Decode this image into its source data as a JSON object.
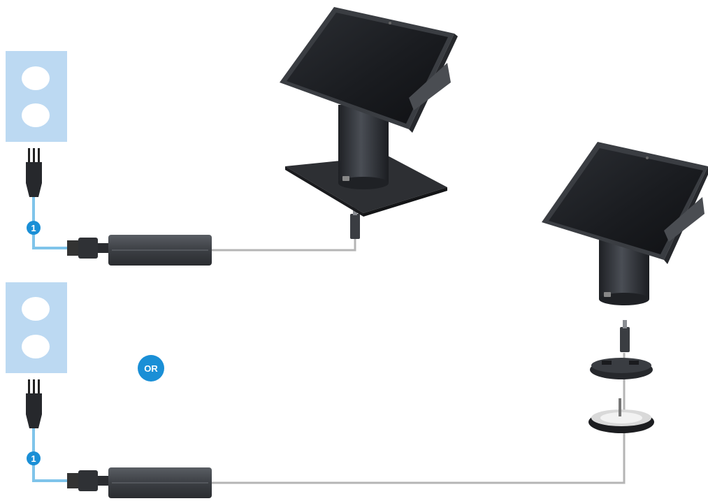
{
  "diagram": {
    "callouts": {
      "step_top": "1",
      "step_bottom": "1",
      "or_label": "OR"
    },
    "colors": {
      "accent_blue": "#1a8fd6",
      "outlet_panel": "#bcd9f2",
      "cable_highlight": "#7fc4ea",
      "cable_gray": "#b5b5b5",
      "device_dark": "#3a3d42"
    },
    "icons": [
      "wall-outlet-icon",
      "power-plug-icon",
      "power-adapter-icon",
      "tablet-stand-icon",
      "usb-c-connector-icon",
      "cable-grommet-icon"
    ]
  }
}
